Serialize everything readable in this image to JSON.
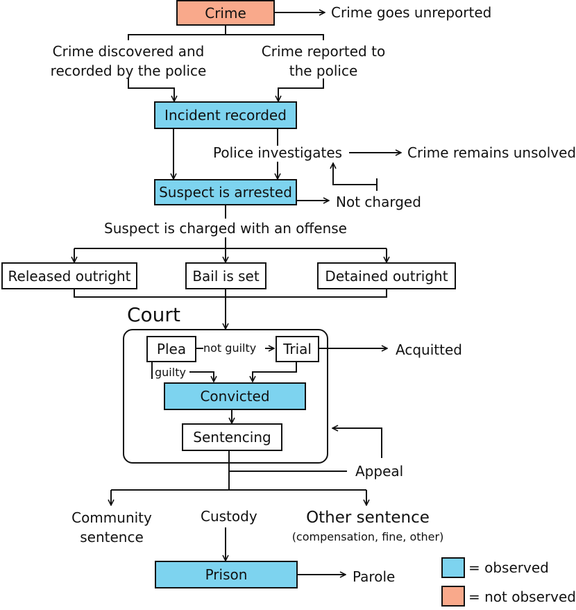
{
  "nodes": {
    "crime": "Crime",
    "crime_unreported": "Crime goes unreported",
    "crime_discovered": "Crime discovered and\nrecorded by the police",
    "crime_reported": "Crime reported to\nthe police",
    "incident_recorded": "Incident recorded",
    "police_investigates": "Police investigates",
    "crime_unsolved": "Crime remains unsolved",
    "suspect_arrested": "Suspect is arrested",
    "not_charged": "Not charged",
    "suspect_charged": "Suspect is charged with an offense",
    "released_outright": "Released outright",
    "bail_set": "Bail is set",
    "detained_outright": "Detained outright",
    "court": "Court",
    "plea": "Plea",
    "not_guilty": "not guilty",
    "trial": "Trial",
    "acquitted": "Acquitted",
    "guilty": "guilty",
    "convicted": "Convicted",
    "sentencing": "Sentencing",
    "appeal": "Appeal",
    "community_sentence": "Community\nsentence",
    "custody": "Custody",
    "other_sentence": "Other sentence",
    "other_sentence_note": "(compensation, fine, other)",
    "prison": "Prison",
    "parole": "Parole"
  },
  "legend": {
    "observed": "= observed",
    "not_observed": "= not observed"
  },
  "colors": {
    "observed": "#7dd3ef",
    "not_observed": "#f9a98b",
    "line": "#111111"
  }
}
